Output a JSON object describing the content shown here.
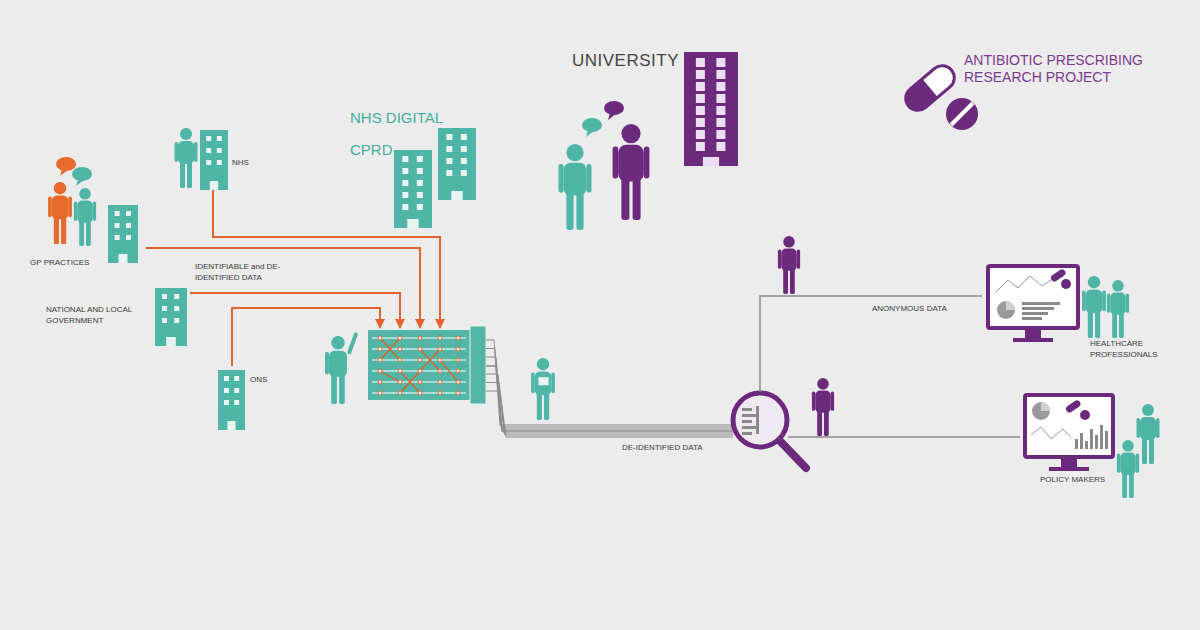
{
  "diagram": {
    "title": "ANTIBIOTIC PRESCRIBING RESEARCH PROJECT",
    "nodes": [
      {
        "text": [
          "GP PRACTICES"
        ]
      },
      {
        "text": [
          "NHS"
        ]
      },
      {
        "text": [
          "NATIONAL AND LOCAL GOVERNMENT"
        ]
      },
      {
        "text": [
          "ONS"
        ]
      },
      {
        "text": [
          "NHS DIGITAL",
          "CPRD"
        ]
      },
      {
        "text": [
          "UNIVERSITY"
        ]
      },
      {
        "text": [
          "HEALTHCARE PROFESSIONALS"
        ]
      },
      {
        "text": [
          "POLICY MAKERS"
        ]
      }
    ],
    "edges": [
      {
        "from": 0,
        "to": 4,
        "label": "IDENTIFIABLE and DE-IDENTIFIED DATA",
        "arrow": "to"
      },
      {
        "from": 1,
        "to": 4,
        "arrow": "to"
      },
      {
        "from": 2,
        "to": 4,
        "arrow": "to"
      },
      {
        "from": 3,
        "to": 4,
        "arrow": "to"
      },
      {
        "from": 4,
        "to": 5,
        "label": "DE-IDENTIFIED DATA",
        "arrow": "none"
      },
      {
        "from": 5,
        "to": 6,
        "label": "ANONYMOUS DATA",
        "arrow": "none"
      },
      {
        "from": 5,
        "to": 7,
        "arrow": "none"
      }
    ]
  }
}
